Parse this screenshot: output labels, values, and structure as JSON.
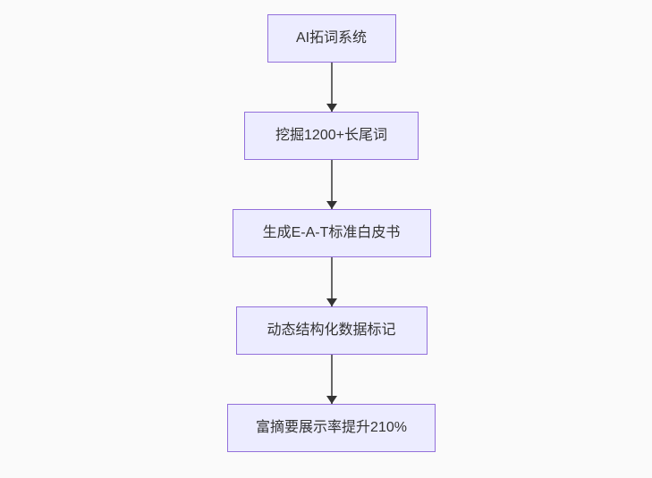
{
  "flowchart": {
    "type": "vertical-flow",
    "nodes": [
      {
        "label": "AI拓词系统"
      },
      {
        "label": "挖掘1200+长尾词"
      },
      {
        "label": "生成E-A-T标准白皮书"
      },
      {
        "label": "动态结构化数据标记"
      },
      {
        "label": "富摘要展示率提升210%"
      }
    ],
    "edges": [
      {
        "from": 0,
        "to": 1,
        "arrow": "down"
      },
      {
        "from": 1,
        "to": 2,
        "arrow": "down"
      },
      {
        "from": 2,
        "to": 3,
        "arrow": "down"
      },
      {
        "from": 3,
        "to": 4,
        "arrow": "down"
      }
    ]
  },
  "colors": {
    "page_background": "#fafafa",
    "node_fill": "#ECECFF",
    "node_border": "#9370DB",
    "node_text": "#333333",
    "edge_line": "#666666",
    "edge_head": "#333333"
  }
}
